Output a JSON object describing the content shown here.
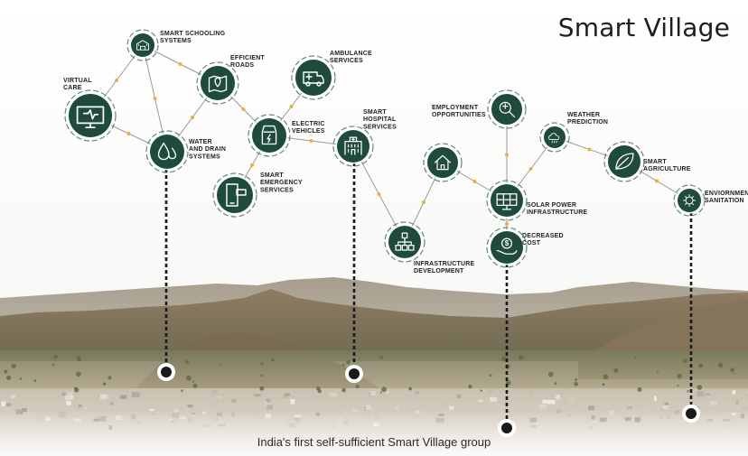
{
  "title": "Smart Village",
  "caption": "India's first self-sufficient Smart Village group",
  "colors": {
    "node": "#1f4a3e",
    "ring": "#2f6353",
    "connector": "#9a9a9a",
    "dot": "#e3b341",
    "pole": "#1a1a1a",
    "sky": "#ffffff",
    "mountain": "#8b7f6d",
    "ground": "#6f6b52"
  },
  "nodes": [
    {
      "id": "smart-schooling",
      "lines": [
        "SMART SCHOOLING",
        "SYSTEMS"
      ],
      "icon": "school-icon"
    },
    {
      "id": "efficient-roads",
      "lines": [
        "EFFICIENT",
        "ROADS"
      ],
      "icon": "road-map-icon"
    },
    {
      "id": "ambulance",
      "lines": [
        "AMBULANCE",
        "SERVICES"
      ],
      "icon": "ambulance-icon"
    },
    {
      "id": "virtual-care",
      "lines": [
        "VIRTUAL",
        "CARE"
      ],
      "icon": "virtual-care-icon"
    },
    {
      "id": "electric-vehicles",
      "lines": [
        "ELECTRIC",
        "VEHICLES"
      ],
      "icon": "electric-car-icon"
    },
    {
      "id": "water-drain",
      "lines": [
        "WATER",
        "AND DRAIN",
        "SYSTEMS"
      ],
      "icon": "water-drop-icon"
    },
    {
      "id": "smart-emergency",
      "lines": [
        "SMART",
        "EMERGENCY",
        "SERVICES"
      ],
      "icon": "emergency-phone-icon"
    },
    {
      "id": "smart-hospital",
      "lines": [
        "SMART",
        "HOSPITAL",
        "SERVICES"
      ],
      "icon": "hospital-icon"
    },
    {
      "id": "employment",
      "lines": [
        "EMPLOYMENT",
        "OPPORTUNITIES"
      ],
      "icon": "job-search-icon"
    },
    {
      "id": "weather",
      "lines": [
        "WEATHER",
        "PREDICTION"
      ],
      "icon": "weather-cloud-icon"
    },
    {
      "id": "home",
      "lines": [],
      "icon": "smart-home-icon"
    },
    {
      "id": "smart-agriculture",
      "lines": [
        "SMART",
        "AGRICULTURE"
      ],
      "icon": "leaf-icon"
    },
    {
      "id": "solar-power",
      "lines": [
        "SOLAR POWER",
        "INFRASTRUCTURE"
      ],
      "icon": "solar-panel-icon"
    },
    {
      "id": "environment",
      "lines": [
        "ENVIORNMENT",
        "SANITATION"
      ],
      "icon": "sanitation-virus-icon"
    },
    {
      "id": "infrastructure",
      "lines": [
        "INFRASTRUCTURE",
        "DEVELOPMENT"
      ],
      "icon": "network-hierarchy-icon"
    },
    {
      "id": "decreased-cost",
      "lines": [
        "DECREASED",
        "COST"
      ],
      "icon": "dollar-hand-icon"
    }
  ],
  "connections": [
    [
      "virtual-care",
      "smart-schooling"
    ],
    [
      "virtual-care",
      "water-drain"
    ],
    [
      "smart-schooling",
      "water-drain"
    ],
    [
      "smart-schooling",
      "efficient-roads"
    ],
    [
      "efficient-roads",
      "water-drain"
    ],
    [
      "efficient-roads",
      "electric-vehicles"
    ],
    [
      "ambulance",
      "electric-vehicles"
    ],
    [
      "electric-vehicles",
      "smart-emergency"
    ],
    [
      "electric-vehicles",
      "smart-hospital"
    ],
    [
      "smart-hospital",
      "infrastructure"
    ],
    [
      "infrastructure",
      "home"
    ],
    [
      "home",
      "solar-power"
    ],
    [
      "employment",
      "solar-power"
    ],
    [
      "solar-power",
      "weather"
    ],
    [
      "weather",
      "smart-agriculture"
    ],
    [
      "smart-agriculture",
      "environment"
    ],
    [
      "solar-power",
      "decreased-cost"
    ]
  ]
}
